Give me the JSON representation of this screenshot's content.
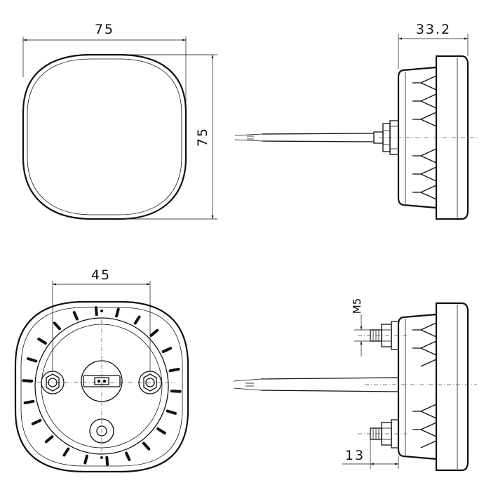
{
  "dimensions": {
    "front_width": "75",
    "front_height": "75",
    "side_depth": "33.2",
    "back_mounting_spacing": "45",
    "stud_thread": "M5",
    "stud_length": "13"
  },
  "colors": {
    "line": "#111111",
    "background": "#ffffff"
  }
}
